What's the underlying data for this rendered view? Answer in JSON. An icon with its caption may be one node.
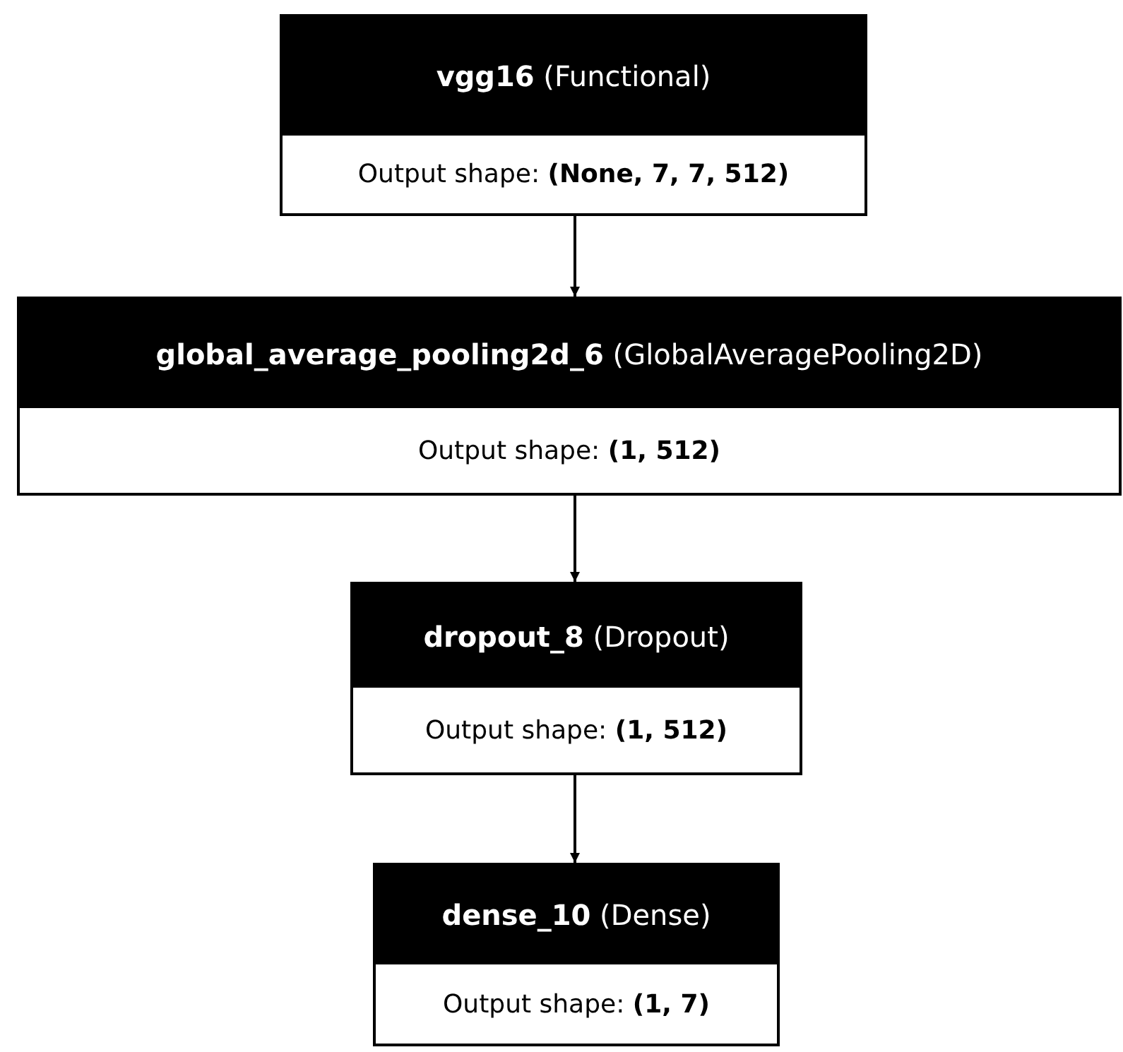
{
  "diagram": {
    "nodes": [
      {
        "text": [
          "**vgg16** (Functional)",
          "Output shape: **(None, 7, 7, 512)**"
        ]
      },
      {
        "text": [
          "**global_average_pooling2d_6** (GlobalAveragePooling2D)",
          "Output shape: **(1, 512)**"
        ]
      },
      {
        "text": [
          "**dropout_8** (Dropout)",
          "Output shape: **(1, 512)**"
        ]
      },
      {
        "text": [
          "**dense_10** (Dense)",
          "Output shape: **(1, 7)**"
        ]
      }
    ],
    "edges": [
      {
        "from": 0,
        "to": 1,
        "arrow": "to"
      },
      {
        "from": 1,
        "to": 2,
        "arrow": "to"
      },
      {
        "from": 2,
        "to": 3,
        "arrow": "to"
      }
    ]
  }
}
